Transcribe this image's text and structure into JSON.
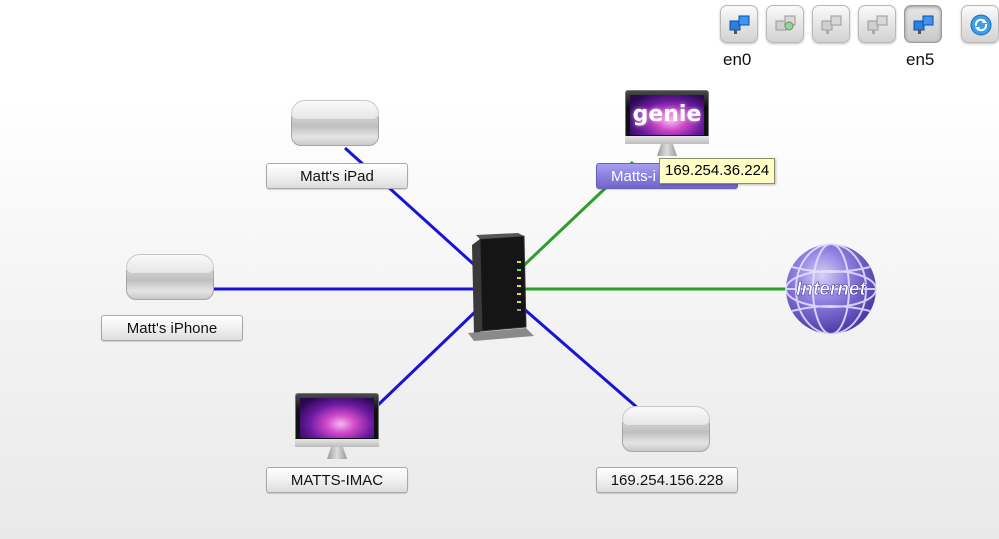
{
  "toolbar": {
    "buttons": [
      {
        "name": "adapter-en0-button",
        "icon": "network-adapter-icon"
      },
      {
        "name": "adapter-2-button",
        "icon": "network-adapter-green-icon"
      },
      {
        "name": "adapter-3-button",
        "icon": "network-adapter-gray-icon"
      },
      {
        "name": "adapter-4-button",
        "icon": "network-adapter-gray-icon"
      },
      {
        "name": "adapter-en5-button",
        "icon": "network-adapter-icon"
      },
      {
        "name": "refresh-button",
        "icon": "refresh-icon"
      }
    ],
    "label_en0": "en0",
    "label_en5": "en5"
  },
  "devices": {
    "ipad": {
      "label": "Matt's iPad",
      "icon": "mac-mini-icon"
    },
    "iphone": {
      "label": "Matt's iPhone",
      "icon": "mac-mini-icon"
    },
    "imac_bottom": {
      "label": "MATTS-IMAC",
      "icon": "imac-icon"
    },
    "unknown_device": {
      "label": "169.254.156.228",
      "icon": "mac-mini-icon"
    },
    "imac_genie": {
      "label": "Matts-i",
      "screen_text": "genie",
      "icon": "imac-genie-icon"
    },
    "router": {
      "icon": "router-icon"
    },
    "internet": {
      "label": "Internet",
      "icon": "internet-globe-icon"
    }
  },
  "tooltip": {
    "text": "169.254.36.224"
  },
  "links": {
    "wired_color": "#1a12d6",
    "wireless_color": "#2aa02a"
  }
}
